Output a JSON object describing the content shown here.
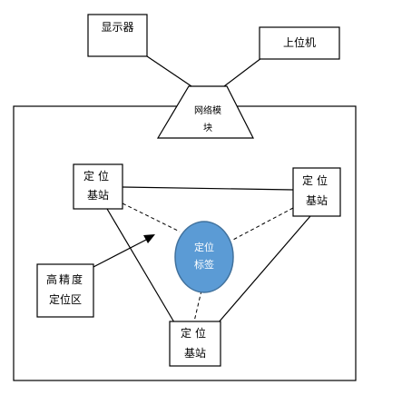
{
  "nodes": {
    "display": {
      "label": "显示器"
    },
    "host": {
      "label": "上位机"
    },
    "network_module": {
      "line1": "网络模",
      "line2": "块"
    },
    "station_tl": {
      "line1": "定位",
      "line2": "基站"
    },
    "station_tr": {
      "line1": "定位",
      "line2": "基站"
    },
    "station_bottom": {
      "line1": "定位",
      "line2": "基站"
    },
    "precision_zone": {
      "line1": "高精度",
      "line2": "定位区"
    },
    "tag": {
      "line1": "定位",
      "line2": "标签",
      "fill": "#5b9bd5",
      "stroke": "#41719c"
    }
  },
  "colors": {
    "line": "#000000",
    "box_fill": "#ffffff"
  }
}
